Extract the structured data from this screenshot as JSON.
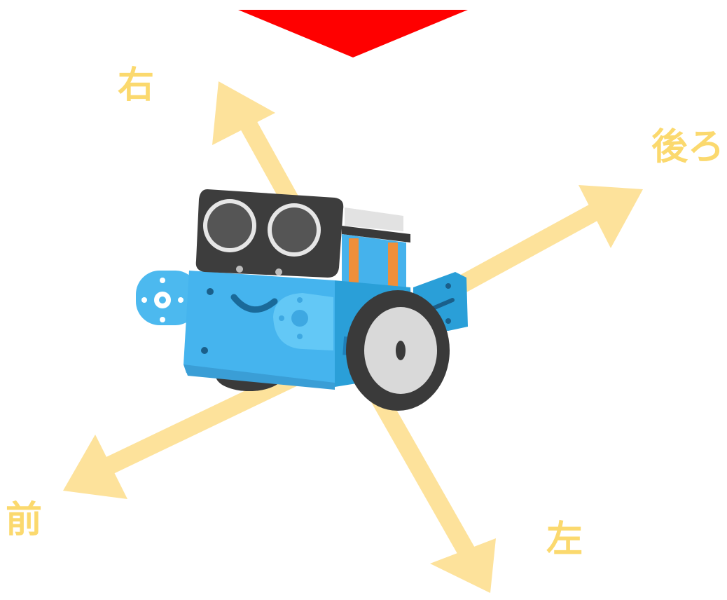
{
  "labels": {
    "right": "右",
    "back": "後ろ",
    "front": "前",
    "left": "左"
  },
  "colors": {
    "arrow": "#fde29b",
    "label": "#fbd96e",
    "pointer": "#ff0000",
    "robot_body": "#3daee9",
    "robot_dark": "#3a3a3a"
  }
}
